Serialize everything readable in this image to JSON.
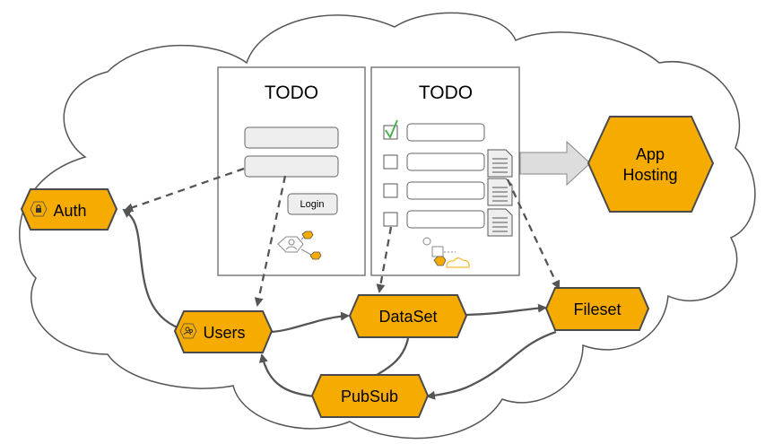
{
  "panels": {
    "login": {
      "title": "TODO",
      "button_label": "Login"
    },
    "list": {
      "title": "TODO",
      "checked_count": 1,
      "rows": 4
    }
  },
  "nodes": {
    "app_hosting": {
      "line1": "App",
      "line2": "Hosting"
    },
    "auth": {
      "label": "Auth",
      "icon": "lock-icon"
    },
    "users": {
      "label": "Users",
      "icon": "users-icon"
    },
    "dataset": {
      "label": "DataSet"
    },
    "fileset": {
      "label": "Fileset"
    },
    "pubsub": {
      "label": "PubSub"
    }
  },
  "colors": {
    "node_fill": "#f5ab00",
    "node_stroke": "#4a4a4a",
    "connector": "#555555",
    "check": "#4caf50",
    "panel_border": "#666666",
    "field_fill": "#eeeeee"
  }
}
